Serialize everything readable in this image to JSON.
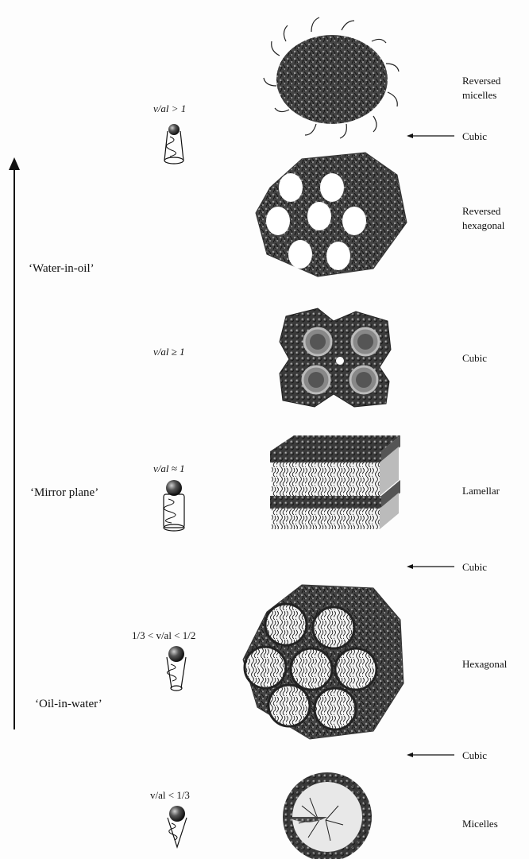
{
  "axis": {
    "water_in_oil": "‘Water-in-oil’",
    "mirror_plane": "‘Mirror plane’",
    "oil_in_water": "‘Oil-in-water’"
  },
  "ratios": {
    "r1": "v/al > 1",
    "r2": "v/al ≥ 1",
    "r3": "v/al ≈ 1",
    "r4": "1/3 < v/al < 1/2",
    "r5": "v/al < 1/3"
  },
  "phases": {
    "reversed_micelles_1": "Reversed",
    "reversed_micelles_2": "micelles",
    "cubic_a": "Cubic",
    "reversed_hexagonal_1": "Reversed",
    "reversed_hexagonal_2": "hexagonal",
    "cubic_b": "Cubic",
    "lamellar": "Lamellar",
    "cubic_c": "Cubic",
    "hexagonal": "Hexagonal",
    "cubic_d": "Cubic",
    "micelles": "Micelles"
  }
}
